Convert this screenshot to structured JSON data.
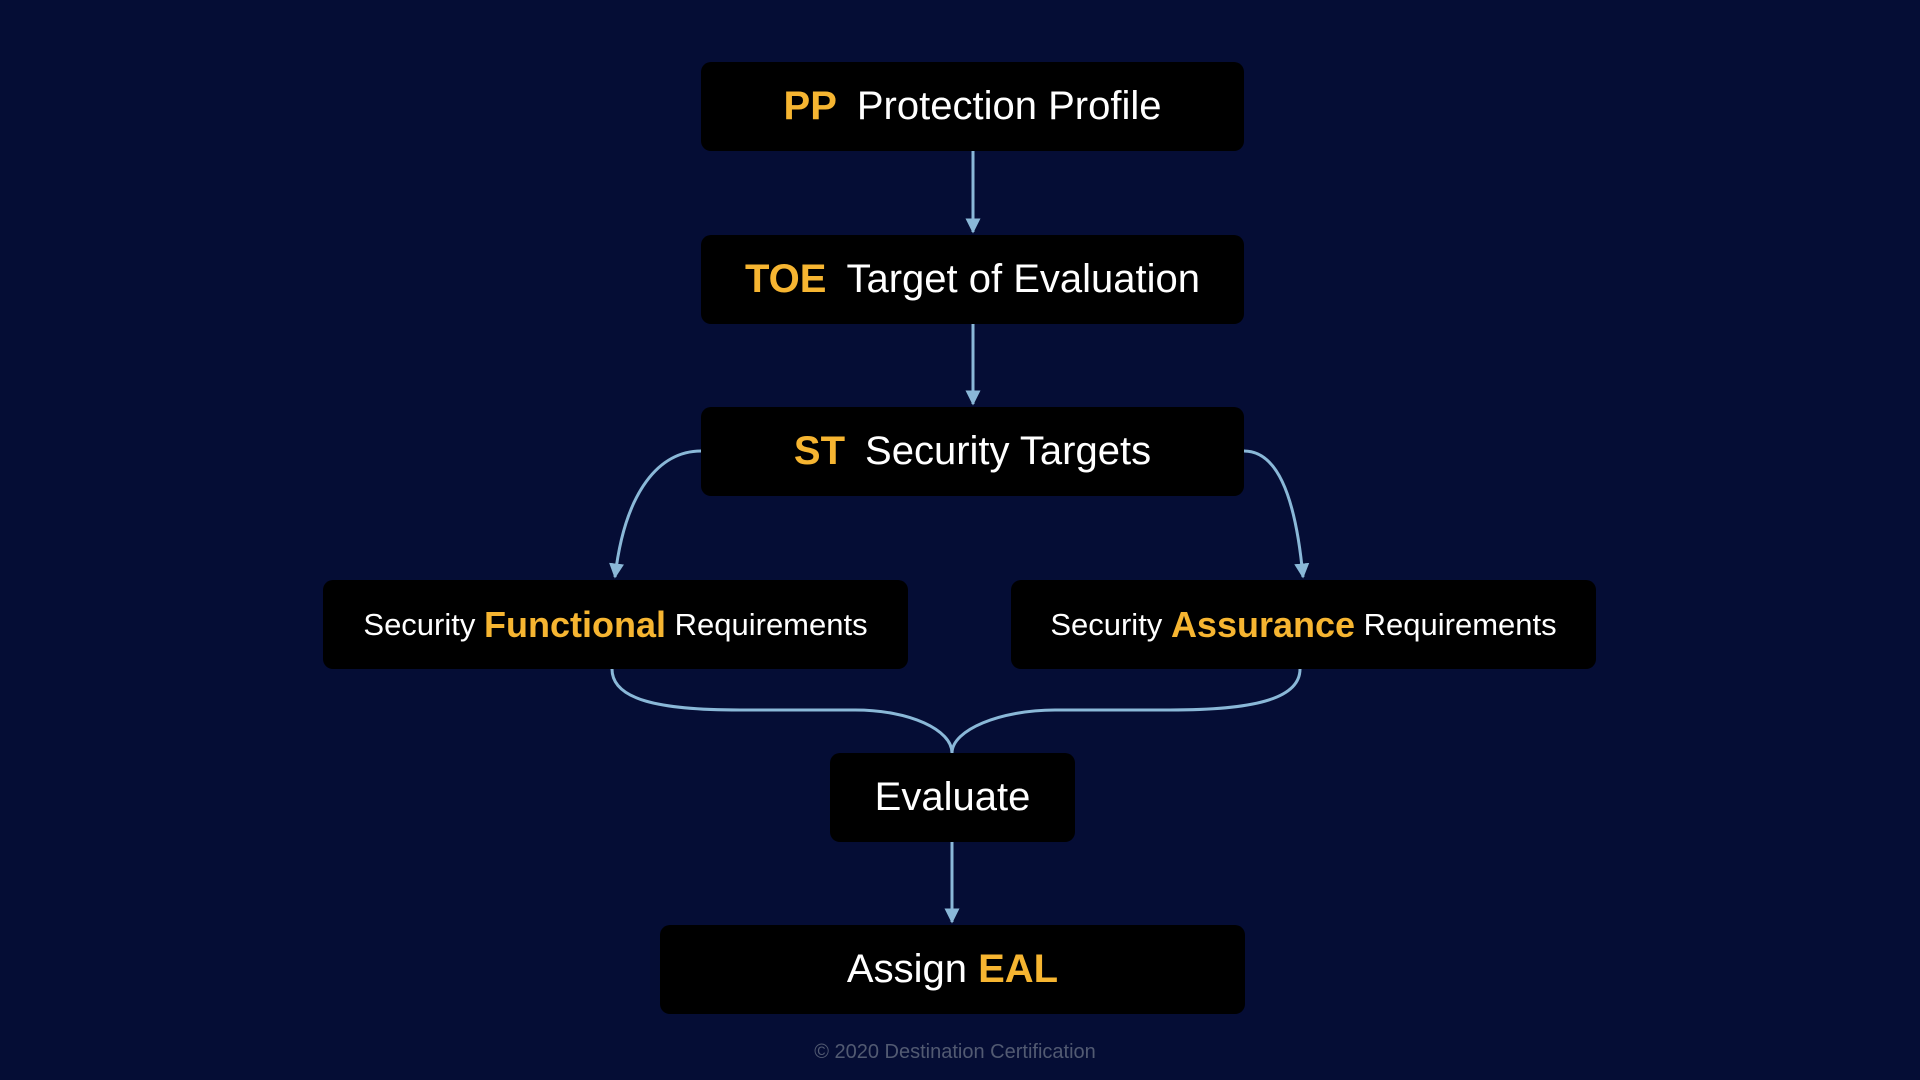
{
  "nodes": {
    "pp": {
      "acronym": "PP",
      "label": "Protection Profile"
    },
    "toe": {
      "acronym": "TOE",
      "label": "Target of Evaluation"
    },
    "st": {
      "acronym": "ST",
      "label": "Security Targets"
    },
    "sfr": {
      "prefix": "Security",
      "highlight": "Functional",
      "suffix": "Requirements"
    },
    "sar": {
      "prefix": "Security",
      "highlight": "Assurance",
      "suffix": "Requirements"
    },
    "evaluate": {
      "label": "Evaluate"
    },
    "eal": {
      "label": "Assign",
      "acronym": "EAL"
    }
  },
  "footer": {
    "copyright": "© 2020 Destination Certification"
  },
  "colors": {
    "background": "#050d35",
    "box": "#000000",
    "accent": "#f6b531",
    "connector": "#8ab8d8",
    "text": "#ffffff"
  }
}
